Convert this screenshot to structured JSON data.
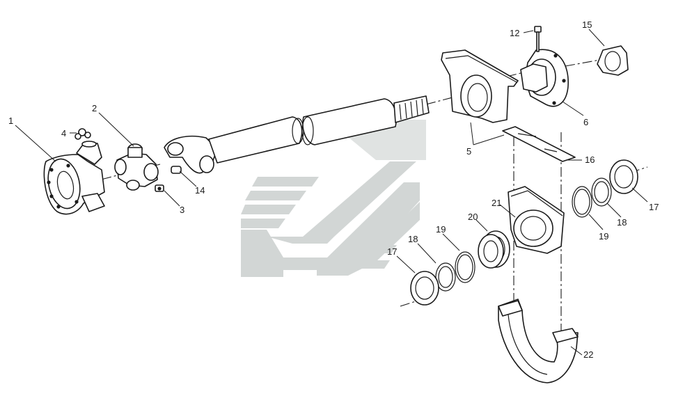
{
  "diagram": {
    "type": "exploded-assembly",
    "callouts": [
      {
        "id": "c1",
        "label": "1"
      },
      {
        "id": "c2",
        "label": "2"
      },
      {
        "id": "c3",
        "label": "3"
      },
      {
        "id": "c4",
        "label": "4"
      },
      {
        "id": "c5",
        "label": "5"
      },
      {
        "id": "c6",
        "label": "6"
      },
      {
        "id": "c12",
        "label": "12"
      },
      {
        "id": "c14",
        "label": "14"
      },
      {
        "id": "c15",
        "label": "15"
      },
      {
        "id": "c16",
        "label": "16"
      },
      {
        "id": "c17a",
        "label": "17"
      },
      {
        "id": "c17b",
        "label": "17"
      },
      {
        "id": "c18a",
        "label": "18"
      },
      {
        "id": "c18b",
        "label": "18"
      },
      {
        "id": "c19a",
        "label": "19"
      },
      {
        "id": "c19b",
        "label": "19"
      },
      {
        "id": "c20",
        "label": "20"
      },
      {
        "id": "c21",
        "label": "21"
      },
      {
        "id": "c22",
        "label": "22"
      }
    ],
    "watermark_color": "#d2d6d5",
    "line_color": "#1a1a1a"
  }
}
